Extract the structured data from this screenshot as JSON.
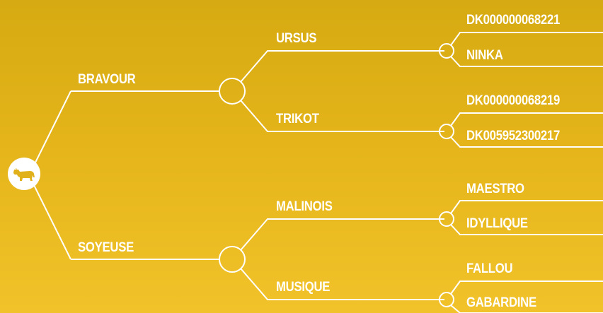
{
  "root": {
    "icon": "cow-icon"
  },
  "generation1": [
    {
      "name": "BRAVOUR"
    },
    {
      "name": "SOYEUSE"
    }
  ],
  "generation2": [
    {
      "name": "URSUS"
    },
    {
      "name": "TRIKOT"
    },
    {
      "name": "MALINOIS"
    },
    {
      "name": "MUSIQUE"
    }
  ],
  "generation3": [
    {
      "name": "DK000000068221"
    },
    {
      "name": "NINKA"
    },
    {
      "name": "DK000000068219"
    },
    {
      "name": "DK005952300217"
    },
    {
      "name": "MAESTRO"
    },
    {
      "name": "IDYLLIQUE"
    },
    {
      "name": "FALLOU"
    },
    {
      "name": "GABARDINE"
    }
  ],
  "colors": {
    "background_top": "#d6aa12",
    "background_bottom": "#f2c22a",
    "line": "#ffffff"
  }
}
